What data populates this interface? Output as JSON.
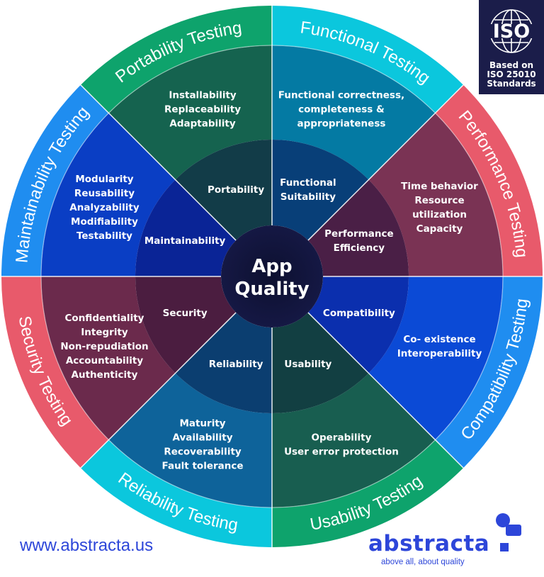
{
  "center": {
    "line1": "App",
    "line2": "Quality"
  },
  "colors": {
    "green": "#0ea36c",
    "cyan": "#0bc7dd",
    "pink": "#e85a6b",
    "blue": "#1f8df0",
    "brand_blue": "#2d46d9",
    "iso_navy": "#1b1d4a"
  },
  "sectors": [
    {
      "key": "portability",
      "ring_label": "Portability Testing",
      "characteristic": [
        "Portability"
      ],
      "sub": [
        "Installability",
        "Replaceability",
        "Adaptability"
      ]
    },
    {
      "key": "functional",
      "ring_label": "Functional Testing",
      "characteristic": [
        "Functional",
        "Suitability"
      ],
      "sub": [
        "Functional correctness,",
        "completeness &",
        "appropriateness"
      ]
    },
    {
      "key": "performance",
      "ring_label": "Performance Testing",
      "characteristic": [
        "Performance",
        "Efficiency"
      ],
      "sub": [
        "Time behavior",
        "Resource",
        "utilization",
        "Capacity"
      ]
    },
    {
      "key": "compatibility",
      "ring_label": "Compatibility Testing",
      "characteristic": [
        "Compatibility"
      ],
      "sub": [
        "Co- existence",
        "Interoperability"
      ]
    },
    {
      "key": "usability",
      "ring_label": "Usability Testing",
      "characteristic": [
        "Usability"
      ],
      "sub": [
        "Operability",
        "User error protection"
      ]
    },
    {
      "key": "reliability",
      "ring_label": "Reliability Testing",
      "characteristic": [
        "Reliability"
      ],
      "sub": [
        "Maturity",
        "Availability",
        "Recoverability",
        "Fault tolerance"
      ]
    },
    {
      "key": "security",
      "ring_label": "Security Testing",
      "characteristic": [
        "Security"
      ],
      "sub": [
        "Confidentiality",
        "Integrity",
        "Non-repudiation",
        "Accountability",
        "Authenticity"
      ]
    },
    {
      "key": "maintainability",
      "ring_label": "Maintainability Testing",
      "characteristic": [
        "Maintainability"
      ],
      "sub": [
        "Modularity",
        "Reusability",
        "Analyzability",
        "Modifiability",
        "Testability"
      ]
    }
  ],
  "iso_badge": {
    "logo": "ISO",
    "caption": [
      "Based on",
      "ISO 25010",
      "Standards"
    ]
  },
  "website": "www.abstracta.us",
  "brand": {
    "name": "abstracta",
    "tagline": "above all, about quality"
  }
}
